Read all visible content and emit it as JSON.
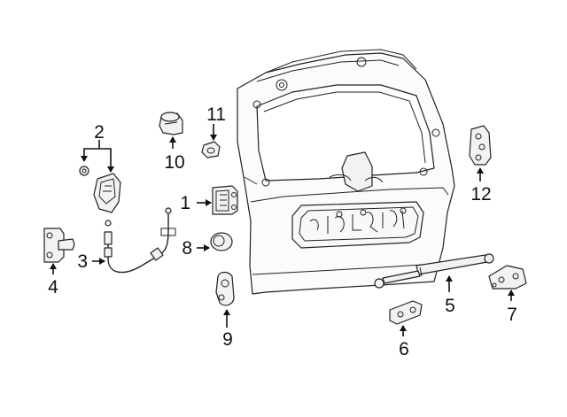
{
  "diagram": {
    "callouts": [
      {
        "id": "c1",
        "text": "1"
      },
      {
        "id": "c2",
        "text": "2"
      },
      {
        "id": "c3",
        "text": "3"
      },
      {
        "id": "c4",
        "text": "4"
      },
      {
        "id": "c5",
        "text": "5"
      },
      {
        "id": "c6",
        "text": "6"
      },
      {
        "id": "c7",
        "text": "7"
      },
      {
        "id": "c8",
        "text": "8"
      },
      {
        "id": "c9",
        "text": "9"
      },
      {
        "id": "c10",
        "text": "10"
      },
      {
        "id": "c11",
        "text": "11"
      },
      {
        "id": "c12",
        "text": "12"
      }
    ]
  },
  "colors": {
    "line": "#222222",
    "fill": "#f2f2f2",
    "background": "#ffffff"
  }
}
